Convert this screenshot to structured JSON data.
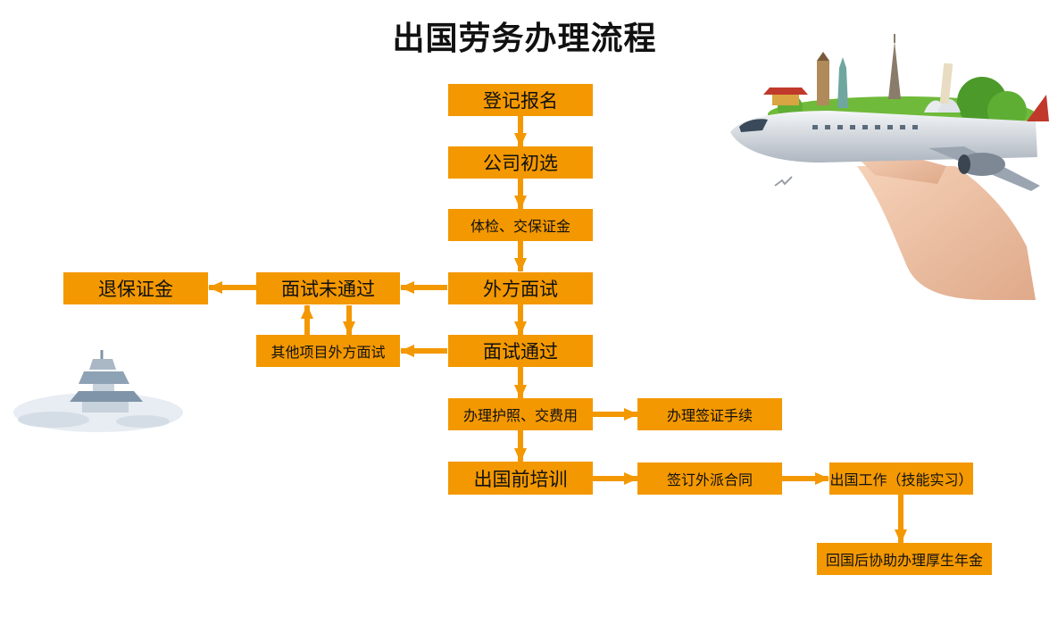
{
  "title": "出国劳务办理流程",
  "nodes": {
    "register": "登记报名",
    "prescreen": "公司初选",
    "medical": "体检、交保证金",
    "interview": "外方面试",
    "failed": "面试未通过",
    "refund": "退保证金",
    "other_projects": "其他项目外方面试",
    "passed": "面试通过",
    "passport": "办理护照、交费用",
    "visa": "办理签证手续",
    "training": "出国前培训",
    "contract": "签订外派合同",
    "work": "出国工作（技能实习）",
    "pension": "回国后协助办理厚生年金"
  },
  "colors": {
    "box": "#f39800",
    "arrow": "#f39800",
    "text": "#111111"
  },
  "decorations": {
    "right": "airplane-on-hand-with-landmarks",
    "left": "temple-of-heaven-ink-sketch"
  }
}
